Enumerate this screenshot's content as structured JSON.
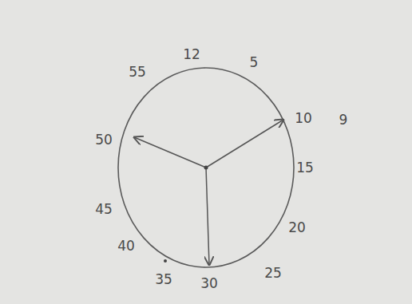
{
  "diagram": {
    "labels": [
      "12",
      "5",
      "10",
      "15",
      "20",
      "25",
      "30",
      "35",
      "40",
      "45",
      "50",
      "55",
      "9"
    ]
  }
}
